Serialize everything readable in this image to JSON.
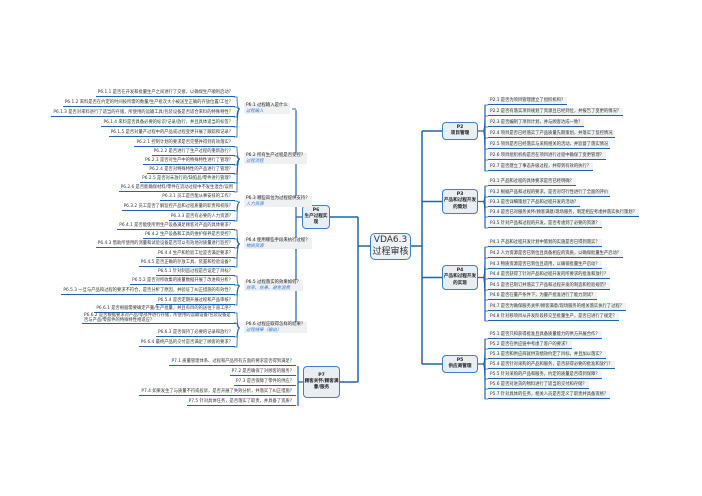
{
  "center": {
    "line1": "VDA6.3",
    "line2": "过程审核"
  },
  "colors": {
    "branch": "#1d64b0",
    "node_border": "#3b82c4",
    "tag": "#2b7bd6"
  },
  "right": [
    {
      "code": "P2",
      "title": "项目管理",
      "questions": [
        "P2.1 是否为项目管理建立了组织机构？",
        "P2.2 是否有落实项目规划了资源且已经到位，并报告了变更的情况？",
        "P2.3 是否编制了项目计划，并与顾客达成一致？",
        "P2.4 项目是否已经落实了产品质量先期策划，并落实了监控情况",
        "P2.5 项目是否已经落实与采购相关的活动，并监督了落实情况",
        "P2.6 项目组织机构是否在项目进行过程中确保了变更管理？",
        "P2.7 是否建立了事态升级过程，并得到有效的执行？"
      ]
    },
    {
      "code": "P3",
      "title": "产品和过程开发的策划",
      "questions": [
        "P3.1 产品和过程的具体要求是否已经明确？",
        "P3.2 根据产品和过程的要求，是否对可行性进行了全面的评价",
        "P3.3 是否详细策划了产品和过程开发的活动？",
        "P3.4 是否已对服务关怀/顾客满意/现场服务，制定相应考虑并落实执行策划？",
        "P3.5 针对产品和过程的开发，是否考虑到了必要的资源？"
      ]
    },
    {
      "code": "P4",
      "title": "产品和过程开发的实现",
      "questions": [
        "P4.1 产品和过程开发计划中策划的实施是否已得到落实？",
        "P4.2 人力资源是否已到位且具备相应的资质，以确保批量生产启动？",
        "P4.3 物质资源是否已到位且适用，以确保批量生产启动？",
        "P4.4 是否获得了针对产品和过程开发的所要求的批准和放行？",
        "P4.5 是否已制订并落实了产品和过程开发的制造和检验规范？",
        "P4.6 是否在量产条件下，为量产批准进行了能力测试？",
        "P4.7 是否为确保服务关怀/顾客满意/现场服务的相关落实执行了过程？",
        "P4.8 针对移项目从开发阶段移交至批量生产，是否已进行了规定？"
      ]
    },
    {
      "code": "P5",
      "title": "供应商管理",
      "questions": [
        "P5.1 是否只和获得批准且具备质量能力的供方开展合作？",
        "P5.2 是否在供应链中考虑了客户的要求？",
        "P5.3 是否和供应商就供货绩效约定了目标，并且加以落实？",
        "P5.4 是否针对采购的产品和服务，是否获得必要的批准和放行？",
        "P5.5 针对采购的产品和服务，约定的质量是否得到保障？",
        "P5.6 是否对进货的物料进行了适当的交付和存储？",
        "P5.7 针对具体的任务，相关人员是否定义了职责并具备资格？"
      ]
    }
  ],
  "p6": {
    "code": "P6",
    "title": "生产过程实现",
    "subs": [
      {
        "label": "P6.1 过程输入是什么",
        "tag": "过程输入",
        "questions": [
          "P6.1.1 是否在开发和批量生产之间进行了交接，以确保生产顺利启动？",
          "P6.1.2 来料是否在约定的时间按所需的数量/生产批次大小被送至正确的存放位置/工位？",
          "P6.1.3 是否对来料进行了适当的存储，所使用的运输工具/包装设备是否适合来料的特殊特性？",
          "P6.1.4 来料是否具备必要的标识/记录/放行，并且具体适当的标签？",
          "P6.1.5 是否对量产过程中的产品或过程变更开展了跟踪和记录？"
        ]
      },
      {
        "label": "P6.2 所有生产过程是否受控？",
        "tag": "过程流程",
        "questions": [
          "P6.2.1 控制计划的要求是否完整并得到有效落实？",
          "P6.2.2 是否进行了生产过程的重新放行？",
          "P6.2.3 是否对生产中的特殊特性进行了管理？",
          "P6.2.4 是否对特殊特性的产品进行了管理？",
          "P6.2.5 是否对未放行的/缺陷品/零件进行管理？",
          "P6.2.6 是否能确保材料/零件在流动过程中不发生混合/误用"
        ]
      },
      {
        "label": "P6.3 哪些岗位为过程提供支持？",
        "tag": "人力资源",
        "questions": [
          "P6.3.1 员工是否能从事安排的工作？",
          "P6.3.2 员工是否了解监控产品和过程质量的职责和权限？",
          "P6.3.3 是否有必要的人力资源？"
        ]
      },
      {
        "label": "P6.4 使用哪些手段来执行过程？",
        "tag": "物质资源",
        "questions": [
          "P6.4.1 是否能使所用生产设备满足顾客对产品的具体要求？",
          "P6.4.2 生产设备和工具的维护保养是否受控？",
          "P6.4.3 借助所使用的测量和试验设备是否可以有效地对质量进行监控？",
          "P6.4.4 生产和检验工位是否满足要求？",
          "P6.4.5 是否正确的存放工具、装置和检验设备？"
        ]
      },
      {
        "label": "P6.5 过程落实的效果如何？",
        "tag": "效率、效果、避免浪费",
        "questions": [
          "P6.5.1 针对制造过程是否设定了目标？",
          "P6.5.2 是否对所收集的质量数据开展了改进和分析？",
          "P6.5.3 一旦与产品和过程的要求不符合，是否分析了原因，并验证了纠正措施的有效性？",
          "P6.5.4 是否定期开展过程和产品审核？"
        ]
      },
      {
        "label": "P6.6 过程应取得怎样的结果？",
        "tag": "过程结果（输出）",
        "questions": [
          "P6.6.1 是否根据需要确定产量/生产批量，并且有目的的送往下道工序？",
          "P6.6.2 是否根据要求对产品/零部件进行存储，所使用的运输设备/包装设备是否与产品/零部件的特殊特性相适应？",
          "P6.6.3 是否保持了必要的记录和放行？",
          "P6.6.4 最终产品的交付是否满足了顾客的要求？"
        ]
      }
    ]
  },
  "p7": {
    "code": "P7",
    "title": "顾客关怀/顾客满意/服务",
    "questions": [
      "P7.1 质量管理体系、过程和产品所有方面的要求是否得到满足？",
      "P7.2 是否确保了对顾客的服务？",
      "P7.3 是否保障了零件的供应？",
      "P7.4 如果发生了与质量不符或投诉，是否开展了失效分析，并落实了纠正措施？",
      "P7.5 针对具体任务，是否落实了职责，并具备了资质？"
    ]
  }
}
